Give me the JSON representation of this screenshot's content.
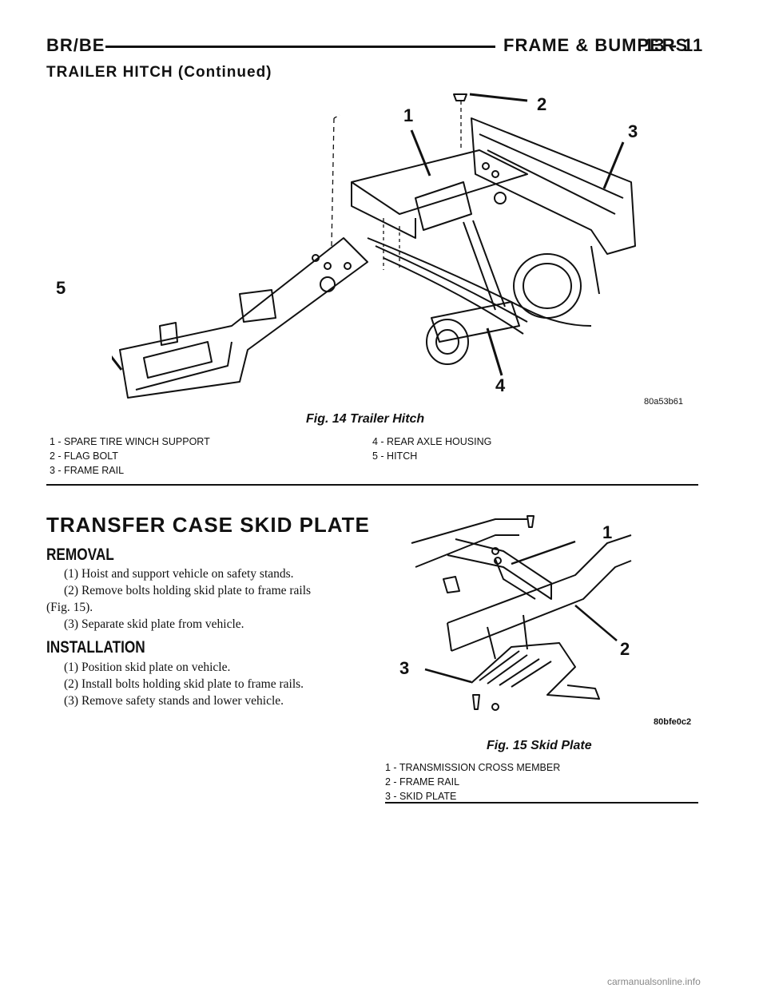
{
  "header": {
    "left": "BR/BE",
    "section": "FRAME & BUMPERS",
    "page": "13 - 11"
  },
  "continued_title": "TRAILER HITCH (Continued)",
  "figure14": {
    "callouts": [
      "1",
      "2",
      "3",
      "4",
      "5"
    ],
    "code": "80a53b61",
    "caption": "Fig. 14 Trailer Hitch",
    "legend_left": [
      "1 - SPARE TIRE WINCH SUPPORT",
      "2 - FLAG BOLT",
      "3 - FRAME RAIL"
    ],
    "legend_right": [
      "4 - REAR AXLE HOUSING",
      "5 - HITCH"
    ]
  },
  "section": {
    "title": "TRANSFER CASE SKID PLATE",
    "removal": {
      "heading": "REMOVAL",
      "steps": [
        "(1) Hoist and support vehicle on safety stands.",
        "(2) Remove bolts holding skid plate to frame rails",
        "(Fig. 15).",
        "(3) Separate skid plate from vehicle."
      ]
    },
    "installation": {
      "heading": "INSTALLATION",
      "steps": [
        "(1) Position skid plate on vehicle.",
        "(2) Install bolts holding skid plate to frame rails.",
        "(3) Remove safety stands and lower vehicle."
      ]
    }
  },
  "figure15": {
    "callouts": [
      "1",
      "2",
      "3"
    ],
    "code": "80bfe0c2",
    "caption": "Fig. 15 Skid Plate",
    "legend": [
      "1 - TRANSMISSION CROSS MEMBER",
      "2 - FRAME RAIL",
      "3 - SKID PLATE"
    ]
  },
  "watermark": "carmanualsonline.info"
}
